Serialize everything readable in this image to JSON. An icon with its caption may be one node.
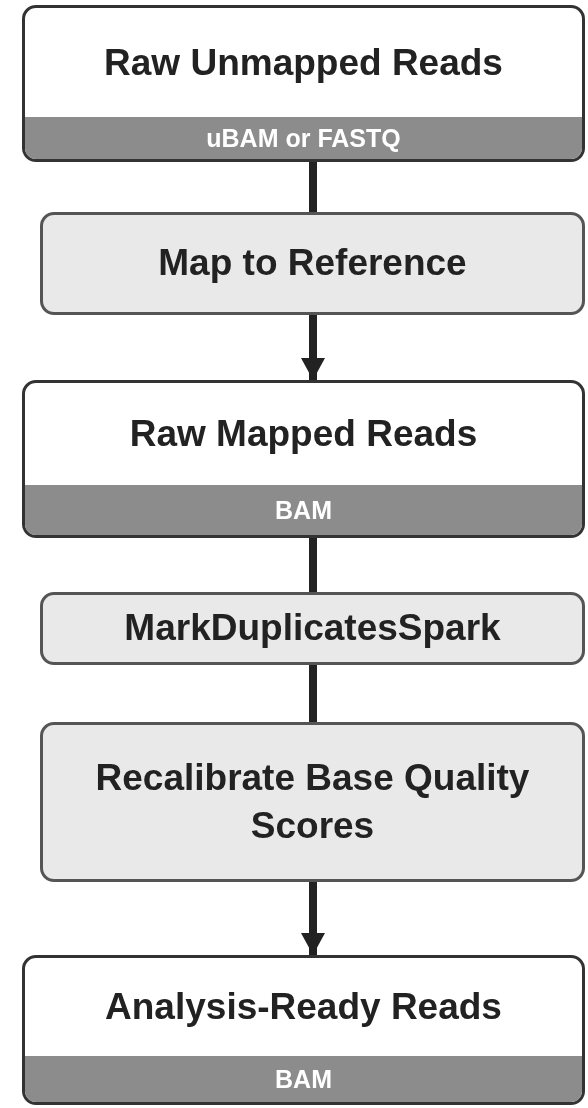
{
  "diagram": {
    "nodes": [
      {
        "text": [
          "Raw Unmapped Reads",
          "uBAM or FASTQ"
        ]
      },
      {
        "text": [
          "Map to Reference"
        ]
      },
      {
        "text": [
          "Raw Mapped Reads",
          "BAM"
        ]
      },
      {
        "text": [
          "MarkDuplicatesSpark"
        ]
      },
      {
        "text": [
          "Recalibrate Base Quality Scores"
        ]
      },
      {
        "text": [
          "Analysis-Ready Reads",
          "BAM"
        ]
      }
    ],
    "edges": [
      {
        "from": 0,
        "to": 1,
        "arrow": "none"
      },
      {
        "from": 1,
        "to": 2,
        "arrow": "to"
      },
      {
        "from": 2,
        "to": 3,
        "arrow": "none"
      },
      {
        "from": 3,
        "to": 4,
        "arrow": "none"
      },
      {
        "from": 4,
        "to": 5,
        "arrow": "to"
      }
    ]
  }
}
